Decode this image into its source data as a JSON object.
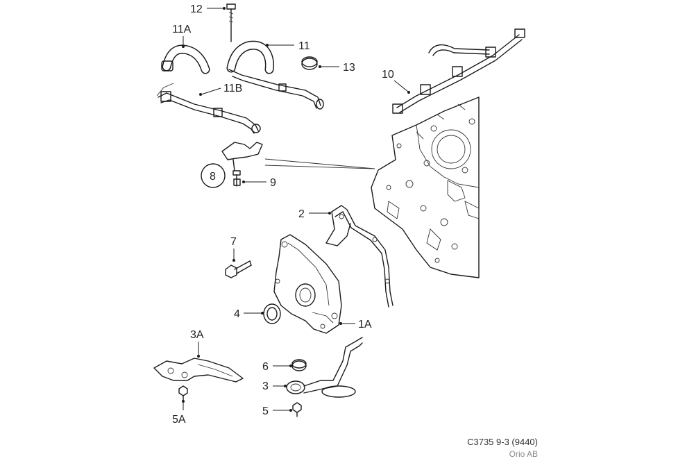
{
  "callouts": {
    "c12": "12",
    "c11A": "11A",
    "c11": "11",
    "c13": "13",
    "c11B": "11B",
    "c10": "10",
    "c8": "8",
    "c9": "9",
    "c2": "2",
    "c7": "7",
    "c4": "4",
    "c1A": "1A",
    "c3A": "3A",
    "c6": "6",
    "c3": "3",
    "c5": "5",
    "c5A": "5A"
  },
  "caption": {
    "code": "C3735 9-3 (9440)",
    "company": "Orio AB"
  }
}
